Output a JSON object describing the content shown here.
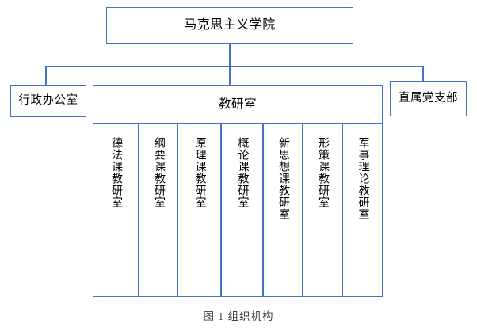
{
  "diagram": {
    "title": "马克思主义学院",
    "accent_color": "#4472C4",
    "root": {
      "label": "马克思主义学院"
    },
    "level2": [
      {
        "label": "行政办公室"
      },
      {
        "label": "教研室"
      },
      {
        "label": "直属党支部"
      }
    ],
    "departments": [
      {
        "label": "德法课教研室"
      },
      {
        "label": "纲要课教研室"
      },
      {
        "label": "原理课教研室"
      },
      {
        "label": "概论课教研室"
      },
      {
        "label": "新思想课教研室"
      },
      {
        "label": "形策课教研室"
      },
      {
        "label": "军事理论教研室"
      }
    ],
    "caption": "图 1 组织机构"
  }
}
